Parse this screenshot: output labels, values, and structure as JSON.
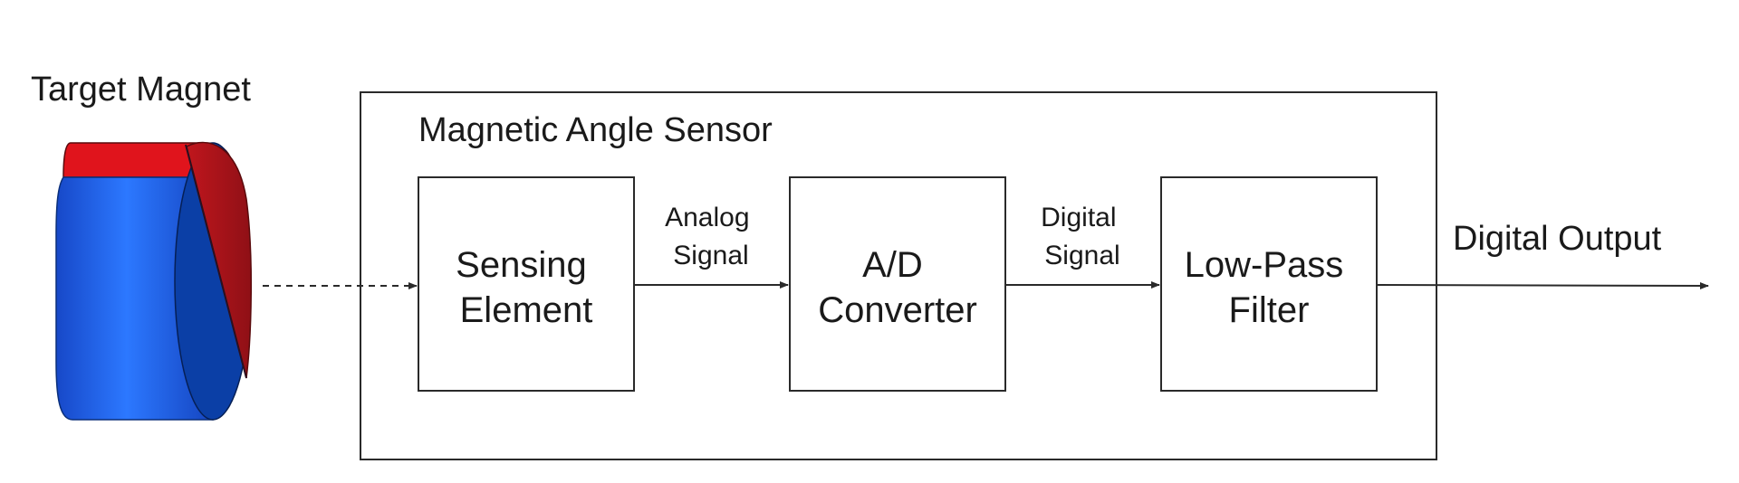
{
  "title": "Target Magnet",
  "sensor": {
    "title": "Magnetic Angle Sensor"
  },
  "blocks": {
    "sensing": [
      "Sensing",
      "Element"
    ],
    "adc": [
      "A/D",
      "Converter"
    ],
    "filter": [
      "Low-Pass",
      "Filter"
    ]
  },
  "signals": {
    "analog": [
      "Analog",
      "Signal"
    ],
    "digital": [
      "Digital",
      "Signal"
    ],
    "output": "Digital Output"
  },
  "colors": {
    "magnet_red": "#e0141c",
    "magnet_red_dark": "#a51218",
    "magnet_blue": "#1f63f0",
    "magnet_blue_dark": "#0b3fa6",
    "line": "#2a2a2a"
  }
}
